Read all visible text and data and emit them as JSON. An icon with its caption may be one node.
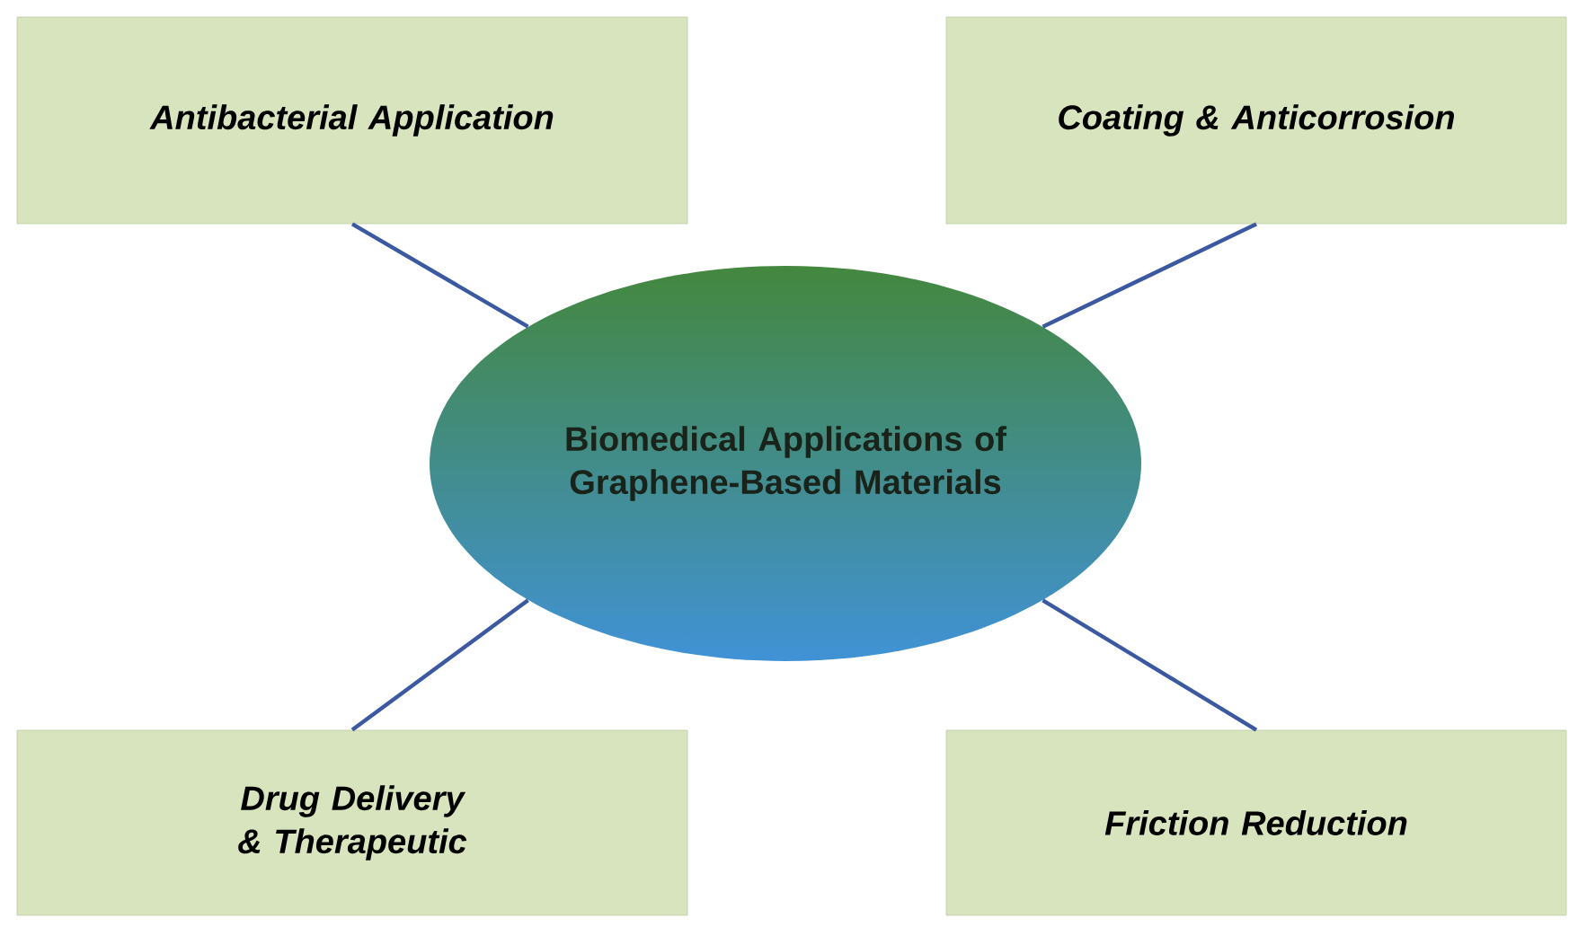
{
  "diagram": {
    "nodes": [
      {
        "text": [
          "Antibacterial Application"
        ]
      },
      {
        "text": [
          "Coating & Anticorrosion"
        ]
      },
      {
        "text": [
          "Biomedical Applications of Graphene-Based Materials"
        ]
      },
      {
        "text": [
          "Drug Delivery & Therapeutic"
        ]
      },
      {
        "text": [
          "Friction Reduction"
        ]
      }
    ],
    "edges": [
      {
        "from": 2,
        "to": 0,
        "arrow": "none"
      },
      {
        "from": 2,
        "to": 1,
        "arrow": "none"
      },
      {
        "from": 2,
        "to": 3,
        "arrow": "none"
      },
      {
        "from": 2,
        "to": 4,
        "arrow": "none"
      }
    ]
  }
}
